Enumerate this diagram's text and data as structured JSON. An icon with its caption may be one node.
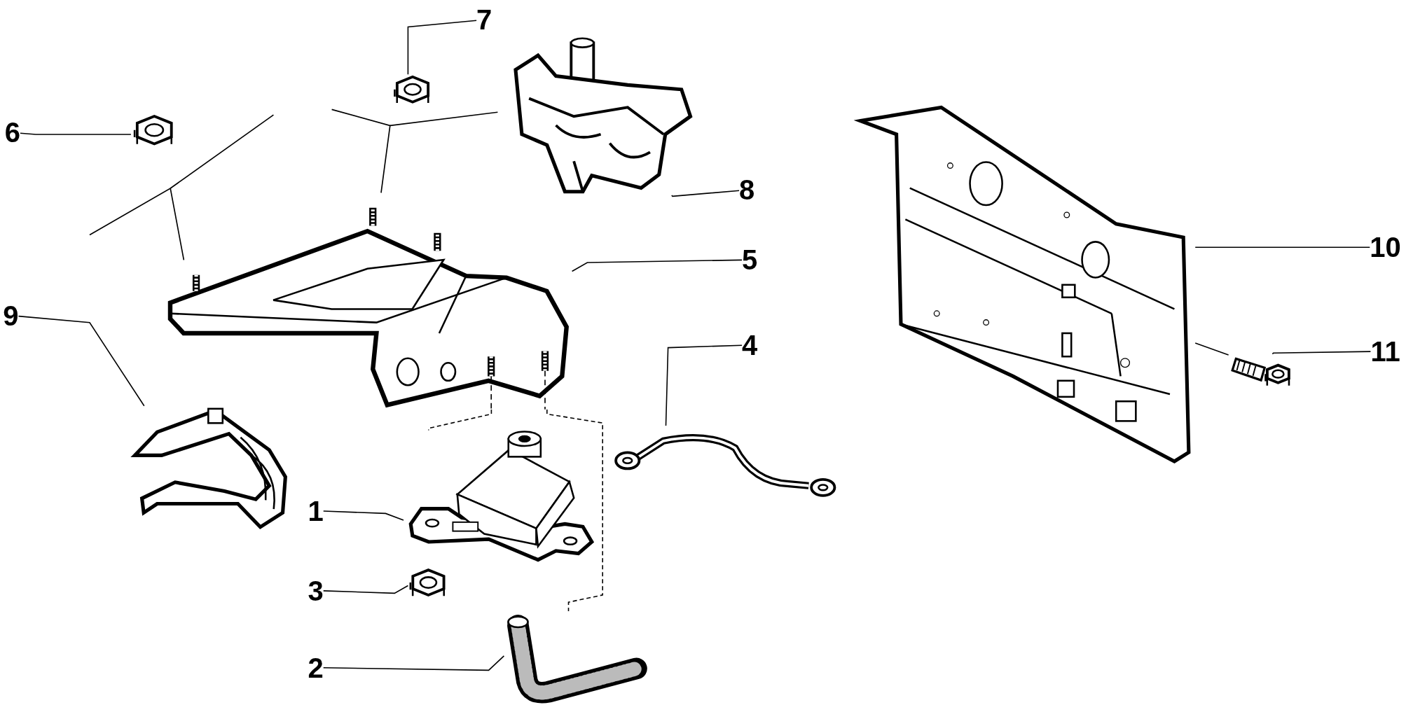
{
  "diagram": {
    "nodes": [
      {
        "text": [
          "1"
        ]
      },
      {
        "text": [
          "2"
        ]
      },
      {
        "text": [
          "3"
        ]
      },
      {
        "text": [
          "4"
        ]
      },
      {
        "text": [
          "5"
        ]
      },
      {
        "text": [
          "6"
        ]
      },
      {
        "text": [
          "7"
        ]
      },
      {
        "text": [
          "8"
        ]
      },
      {
        "text": [
          "9"
        ]
      },
      {
        "text": [
          "10"
        ]
      },
      {
        "text": [
          "11"
        ]
      },
      {
        "text": [],
        "shape": "picture"
      },
      {
        "text": [],
        "shape": "picture"
      },
      {
        "text": [],
        "shape": "picture"
      },
      {
        "text": [],
        "shape": "picture"
      },
      {
        "text": [],
        "shape": "picture"
      },
      {
        "text": [],
        "shape": "picture"
      },
      {
        "text": [],
        "shape": "picture"
      },
      {
        "text": [],
        "shape": "picture"
      },
      {
        "text": [],
        "shape": "picture"
      },
      {
        "text": [],
        "shape": "picture"
      },
      {
        "text": [],
        "shape": "picture"
      }
    ],
    "edges": [
      {
        "from": 0,
        "to": 11,
        "arrow": "none"
      },
      {
        "from": 1,
        "to": 12,
        "arrow": "none"
      },
      {
        "from": 2,
        "to": 13,
        "arrow": "none"
      },
      {
        "from": 3,
        "to": 14,
        "arrow": "none"
      },
      {
        "from": 4,
        "to": 15,
        "arrow": "none"
      },
      {
        "from": 5,
        "to": 16,
        "arrow": "none"
      },
      {
        "from": 6,
        "to": 17,
        "arrow": "none"
      },
      {
        "from": 7,
        "to": 18,
        "arrow": "none"
      },
      {
        "from": 8,
        "to": 19,
        "arrow": "none"
      },
      {
        "from": 9,
        "to": 20,
        "arrow": "none"
      },
      {
        "from": 10,
        "to": 21,
        "arrow": "none"
      },
      {
        "from": 15,
        "to": 11,
        "arrow": "none",
        "style": "dashed"
      },
      {
        "from": 15,
        "to": 12,
        "arrow": "none",
        "style": "dashed"
      },
      {
        "from": 21,
        "to": 20,
        "arrow": "none"
      }
    ]
  }
}
